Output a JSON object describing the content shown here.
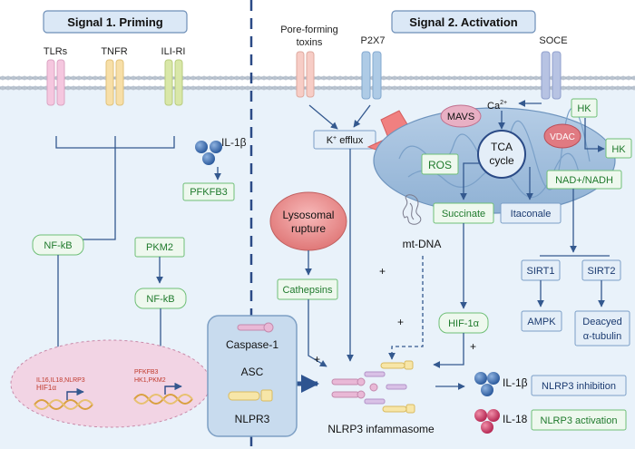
{
  "headers": {
    "priming": "Signal 1. Priming",
    "activation": "Signal 2. Activation"
  },
  "receptors": {
    "tlrs": "TLRs",
    "tnfr": "TNFR",
    "il1ri": "ILI-RI",
    "pore_forming": [
      "Pore-forming",
      "toxins"
    ],
    "p2x7": "P2X7",
    "soce": "SOCE"
  },
  "left": {
    "il1b": "IL-1β",
    "pfkfb3": "PFKFB3",
    "nfkb1": "NF-kB",
    "pkm2": "PKM2",
    "nfkb2": "NF-kB",
    "genes1": [
      "IL16,IL18,NLRP3",
      "HIF1α"
    ],
    "genes2": [
      "PFKFB3",
      "HK1,PKM2"
    ]
  },
  "middle": {
    "lysosomal": [
      "Lysosomal",
      "rupture"
    ],
    "cathepsins": "Cathepsins",
    "k_efflux_k": "K",
    "k_efflux_sup": "+",
    "k_efflux_rest": " efflux",
    "caspase": "Caspase-1",
    "asc": "ASC",
    "nlpr3": "NLPR3"
  },
  "mito": {
    "mavs": "MAVS",
    "ca": "Ca",
    "ca_sup": "2+",
    "hk_top": "HK",
    "vdac": "VDAC",
    "hk_right": "HK",
    "tca": [
      "TCA",
      "cycle"
    ],
    "ros": "ROS",
    "nad": "NAD+/NADH",
    "succinate": "Succinate",
    "itaconale": "Itaconale",
    "mtdna": "mt-DNA"
  },
  "downstream": {
    "hif1a": "HIF-1α",
    "sirt1": "SIRT1",
    "sirt2": "SIRT2",
    "ampk": "AMPK",
    "deacyed": [
      "Deacyed",
      "α-tubulin"
    ],
    "inflammasome": "NLRP3 infammasome",
    "il1b_out": "IL-1β",
    "il18_out": "IL-18",
    "inhibition": "NLRP3 inhibition",
    "activation": "NLRP3 activation"
  },
  "plus": "+",
  "colors": {
    "cell": "#e9f2fa",
    "green_box_fill": "#eef8ee",
    "green_box_stroke": "#6fbf77",
    "blue_box_fill": "#e4eef8",
    "blue_box_stroke": "#7b9fc7",
    "arrow": "#34598f",
    "mito": "#9fbfdc",
    "nucleus": "#f2d4e4",
    "explosion": "#f08080",
    "il1b_ball": "#3d6fb0",
    "il18_ball": "#c83c64"
  }
}
